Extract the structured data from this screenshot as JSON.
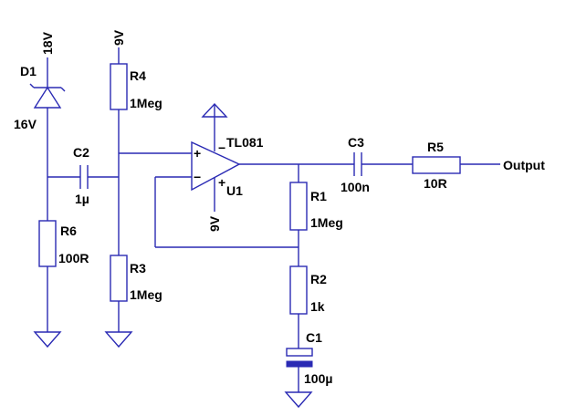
{
  "schematic": {
    "supplies": {
      "v18": "18V",
      "v9_top": "9V",
      "v9_bottom": "9V",
      "v16": "16V"
    },
    "components": {
      "d1": {
        "name": "D1"
      },
      "r4": {
        "name": "R4",
        "value": "1Meg"
      },
      "r3": {
        "name": "R3",
        "value": "1Meg"
      },
      "r6": {
        "name": "R6",
        "value": "100R"
      },
      "c2": {
        "name": "C2",
        "value": "1µ"
      },
      "u1": {
        "name": "U1",
        "model": "TL081"
      },
      "r1": {
        "name": "R1",
        "value": "1Meg"
      },
      "r2": {
        "name": "R2",
        "value": "1k"
      },
      "c1": {
        "name": "C1",
        "value": "100µ"
      },
      "c3": {
        "name": "C3",
        "value": "100n"
      },
      "r5": {
        "name": "R5",
        "value": "10R"
      }
    },
    "output_label": "Output",
    "opamp_plus": "+",
    "opamp_minus": "−"
  },
  "colors": {
    "wire": "#2a2ab4",
    "text": "#000000",
    "background": "#ffffff"
  }
}
